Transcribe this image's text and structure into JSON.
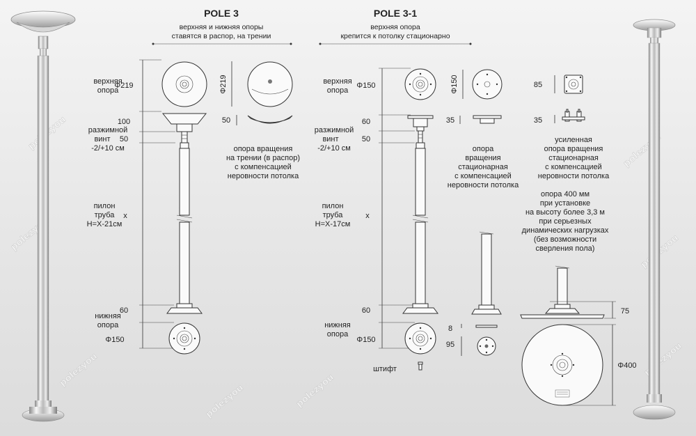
{
  "pole3": {
    "title": "POLE 3",
    "sub1": "верхняя и нижняя опоры",
    "sub2": "ставятся в распор, на трении",
    "top_label1": "верхняя",
    "top_label2": "опора",
    "top_dia": "Φ219",
    "top_dia_side": "Φ219",
    "h100": "100",
    "h50_side": "50",
    "screw1": "разжимной",
    "screw2": "винт",
    "screw3": "-2/+10 см",
    "h50": "50",
    "desc1": "опора вращения",
    "desc2": "на трении (в распор)",
    "desc3": "с компенсацией",
    "desc4": "неровности потолка",
    "tube1": "пилон",
    "tube2": "труба",
    "tube3": "H=X-21см",
    "x": "x",
    "h60": "60",
    "bottom1": "нижняя",
    "bottom2": "опора",
    "bottom_dia": "Φ150"
  },
  "pole31": {
    "title": "POLE 3-1",
    "sub1": "верхняя опора",
    "sub2": "крепится к потолку стационарно",
    "top_label1": "верхняя",
    "top_label2": "опора",
    "top_dia": "Φ150",
    "top_dia_side": "Φ150",
    "h60": "60",
    "h35": "35",
    "screw1": "разжимной",
    "screw2": "винт",
    "screw3": "-2/+10 см",
    "h50": "50",
    "desc1": "опора",
    "desc2": "вращения",
    "desc3": "стационарная",
    "desc4": "с компенсацией",
    "desc5": "неровности потолка",
    "tube1": "пилон",
    "tube2": "труба",
    "tube3": "H=X-17см",
    "x": "x",
    "h60b": "60",
    "bottom1": "нижняя",
    "bottom2": "опора",
    "bottom_dia": "Φ150",
    "h8": "8",
    "h95": "95",
    "pin": "штифт"
  },
  "reinforced": {
    "h85": "85",
    "h35": "35",
    "desc1": "усиленная",
    "desc2": "опора вращения",
    "desc3": "стационарная",
    "desc4": "с компенсацией",
    "desc5": "неровности потолка",
    "big1": "опора 400 мм",
    "big2": "при установке",
    "big3": "на высоту более 3,3 м",
    "big4": "при серьезных",
    "big5": "динамических нагрузках",
    "big6": "(без возможности",
    "big7": "сверления пола)",
    "h75": "75",
    "dia400": "Φ400"
  },
  "watermark": "polezyou"
}
